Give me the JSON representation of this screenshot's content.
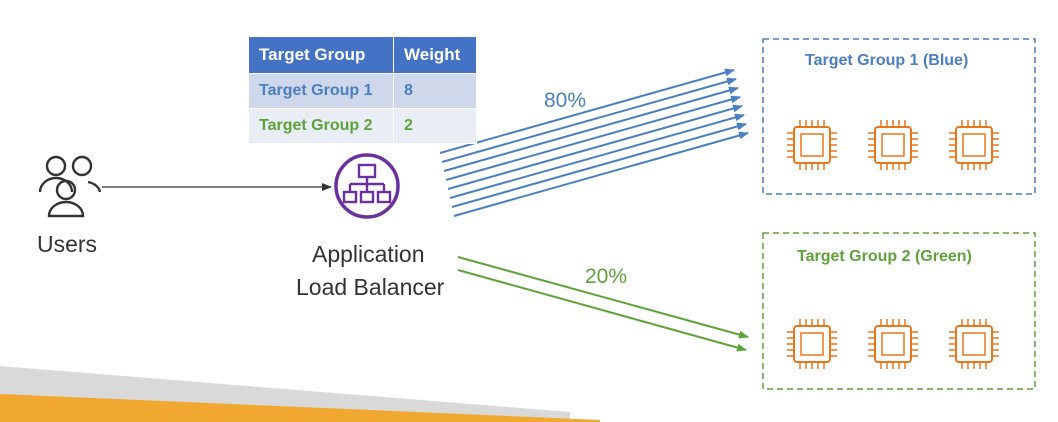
{
  "weight_table": {
    "headers": [
      "Target Group",
      "Weight"
    ],
    "rows": [
      {
        "name": "Target Group 1",
        "weight": "8"
      },
      {
        "name": "Target Group 2",
        "weight": "2"
      }
    ]
  },
  "users_label": "Users",
  "alb_label_line1": "Application",
  "alb_label_line2": "Load Balancer",
  "percent_blue": "80%",
  "percent_green": "20%",
  "target_group_1_title": "Target Group 1 (Blue)",
  "target_group_2_title": "Target Group 2 (Green)",
  "colors": {
    "blue": "#4a7fc1",
    "green": "#5ea33a",
    "purple": "#6b2fa0",
    "orange": "#e8761c",
    "accent_bar": "#f0a830"
  },
  "icons": [
    "users-icon",
    "load-balancer-icon",
    "ec2-instance-icon"
  ]
}
